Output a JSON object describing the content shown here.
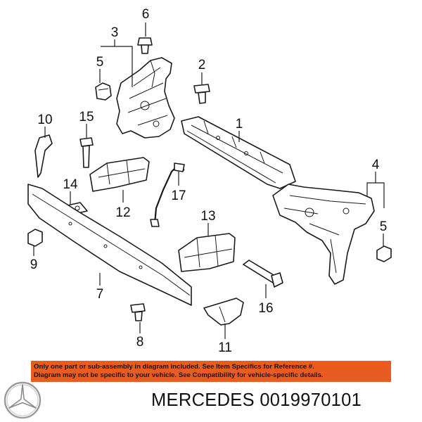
{
  "callouts": {
    "c1": "1",
    "c2": "2",
    "c3": "3",
    "c4": "4",
    "c5a": "5",
    "c5b": "5",
    "c6": "6",
    "c7": "7",
    "c8": "8",
    "c9": "9",
    "c10": "10",
    "c11": "11",
    "c12": "12",
    "c13": "13",
    "c14": "14",
    "c15": "15",
    "c16": "16",
    "c17": "17"
  },
  "notice": {
    "line1": "Only one part or sub-assembly in diagram included. See Item Specifics for Reference #.",
    "line2": "Diagram may not be specific to your vehicle. See Compatibility for vehicle-specific details.",
    "color": "#e85d1f"
  },
  "brand": {
    "logo_icon": "mercedes-star-icon",
    "make": "MERCEDES",
    "part_number": "0019970101"
  }
}
